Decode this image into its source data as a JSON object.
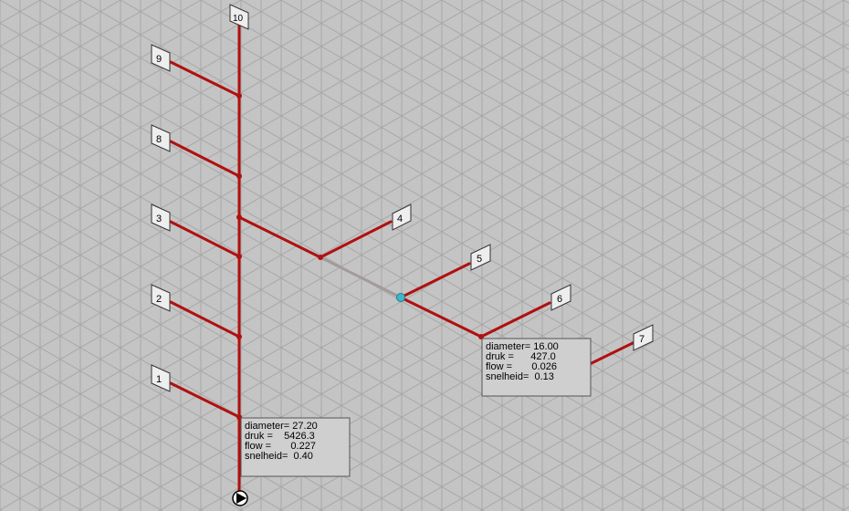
{
  "colors": {
    "background": "#c4c4c4",
    "grid": "#a8a8a8",
    "pipe": "#b01010",
    "pipe_selected": "#a39a9a",
    "label_bg": "#eeeeee",
    "info_bg": "#cfcfcf",
    "selected_node": "#3fb7c6"
  },
  "nodes": [
    {
      "id": "1",
      "label": "1"
    },
    {
      "id": "2",
      "label": "2"
    },
    {
      "id": "3",
      "label": "3"
    },
    {
      "id": "4",
      "label": "4"
    },
    {
      "id": "5",
      "label": "5"
    },
    {
      "id": "6",
      "label": "6"
    },
    {
      "id": "7",
      "label": "7"
    },
    {
      "id": "8",
      "label": "8"
    },
    {
      "id": "9",
      "label": "9"
    },
    {
      "id": "10",
      "label": "10"
    }
  ],
  "info_boxes": [
    {
      "id": "main-riser",
      "lines": [
        "diameter= 27.20",
        "druk =    5426.3",
        "flow =       0.227",
        "snelheid=  0.40"
      ]
    },
    {
      "id": "branch",
      "lines": [
        "diameter= 16.00",
        "druk =      427.0",
        "flow =       0.026",
        "snelheid=  0.13"
      ]
    }
  ],
  "icons": {
    "pump": "pump-icon",
    "selected_junction": "selected-junction-icon"
  }
}
